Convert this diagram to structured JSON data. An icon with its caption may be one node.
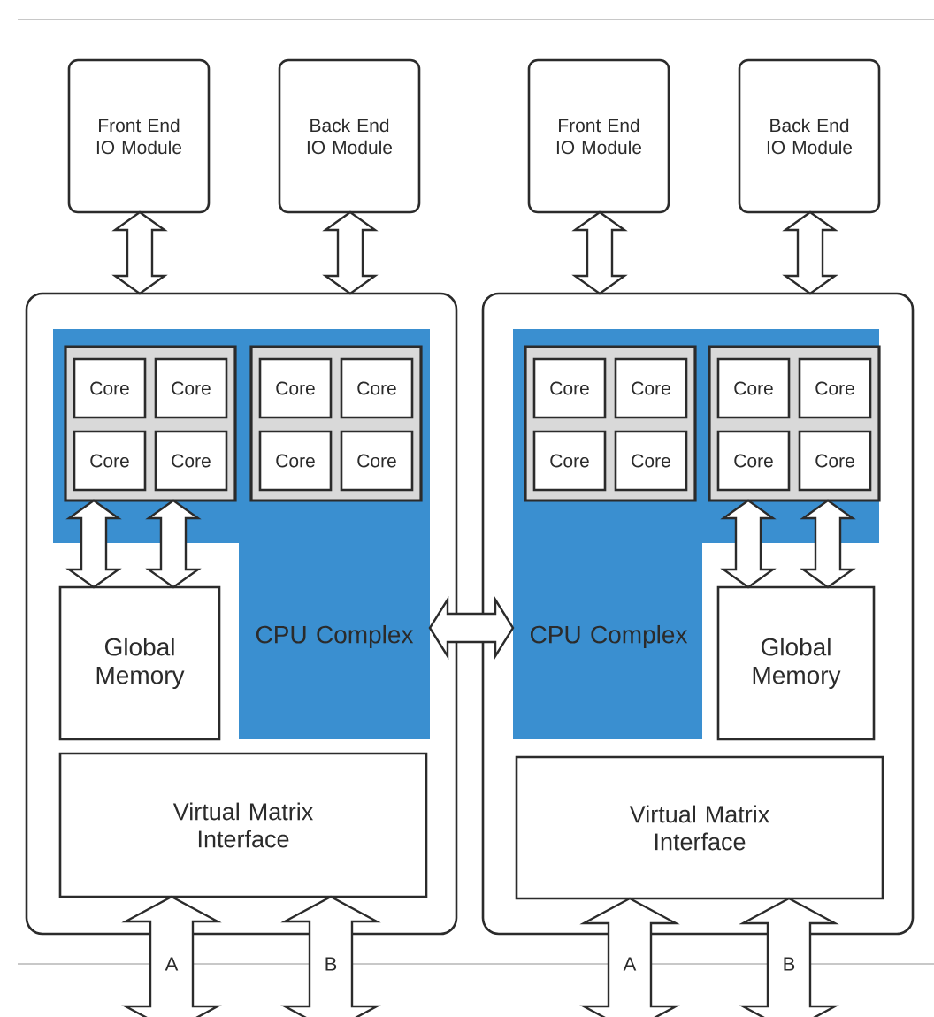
{
  "diagram": {
    "nodes": [
      {
        "text": [
          "Front End IO Module"
        ]
      },
      {
        "text": [
          "Back End IO Module"
        ]
      },
      {
        "text": [
          "Front End IO Module"
        ]
      },
      {
        "text": [
          "Back End IO Module"
        ]
      },
      {
        "text": [],
        "shape": "box"
      },
      {
        "text": [
          "CPU Complex"
        ],
        "in": 4
      },
      {
        "text": [],
        "shape": "box",
        "in": 5
      },
      {
        "text": [
          "Core"
        ],
        "in": 6
      },
      {
        "text": [
          "Core"
        ],
        "in": 6
      },
      {
        "text": [
          "Core"
        ],
        "in": 6
      },
      {
        "text": [
          "Core"
        ],
        "in": 6
      },
      {
        "text": [],
        "shape": "box",
        "in": 5
      },
      {
        "text": [
          "Core"
        ],
        "in": 11
      },
      {
        "text": [
          "Core"
        ],
        "in": 11
      },
      {
        "text": [
          "Core"
        ],
        "in": 11
      },
      {
        "text": [
          "Core"
        ],
        "in": 11
      },
      {
        "text": [
          "Global Memory"
        ],
        "in": 4
      },
      {
        "text": [
          "Virtual Matrix Interface"
        ],
        "in": 4
      },
      {
        "text": [],
        "shape": "box"
      },
      {
        "text": [
          "CPU Complex"
        ],
        "in": 18
      },
      {
        "text": [],
        "shape": "box",
        "in": 19
      },
      {
        "text": [
          "Core"
        ],
        "in": 20
      },
      {
        "text": [
          "Core"
        ],
        "in": 20
      },
      {
        "text": [
          "Core"
        ],
        "in": 20
      },
      {
        "text": [
          "Core"
        ],
        "in": 20
      },
      {
        "text": [],
        "shape": "box",
        "in": 19
      },
      {
        "text": [
          "Core"
        ],
        "in": 25
      },
      {
        "text": [
          "Core"
        ],
        "in": 25
      },
      {
        "text": [
          "Core"
        ],
        "in": 25
      },
      {
        "text": [
          "Core"
        ],
        "in": 25
      },
      {
        "text": [
          "Global Memory"
        ],
        "in": 18
      },
      {
        "text": [
          "Virtual Matrix Interface"
        ],
        "in": 18
      }
    ],
    "edges": [
      {
        "from": 0,
        "to": 4,
        "arrow": "both"
      },
      {
        "from": 1,
        "to": 4,
        "arrow": "both"
      },
      {
        "from": 2,
        "to": 18,
        "arrow": "both"
      },
      {
        "from": 3,
        "to": 18,
        "arrow": "both"
      },
      {
        "from": 6,
        "to": 16,
        "arrow": "both"
      },
      {
        "from": 6,
        "to": 16,
        "arrow": "both"
      },
      {
        "from": 25,
        "to": 30,
        "arrow": "both"
      },
      {
        "from": 25,
        "to": 30,
        "arrow": "both"
      },
      {
        "from": 5,
        "to": 19,
        "arrow": "both"
      },
      {
        "from": 17,
        "to": null,
        "arrow": "both",
        "label": "A"
      },
      {
        "from": 17,
        "to": null,
        "arrow": "both",
        "label": "B"
      },
      {
        "from": 31,
        "to": null,
        "arrow": "both",
        "label": "A"
      },
      {
        "from": 31,
        "to": null,
        "arrow": "both",
        "label": "B"
      }
    ]
  }
}
